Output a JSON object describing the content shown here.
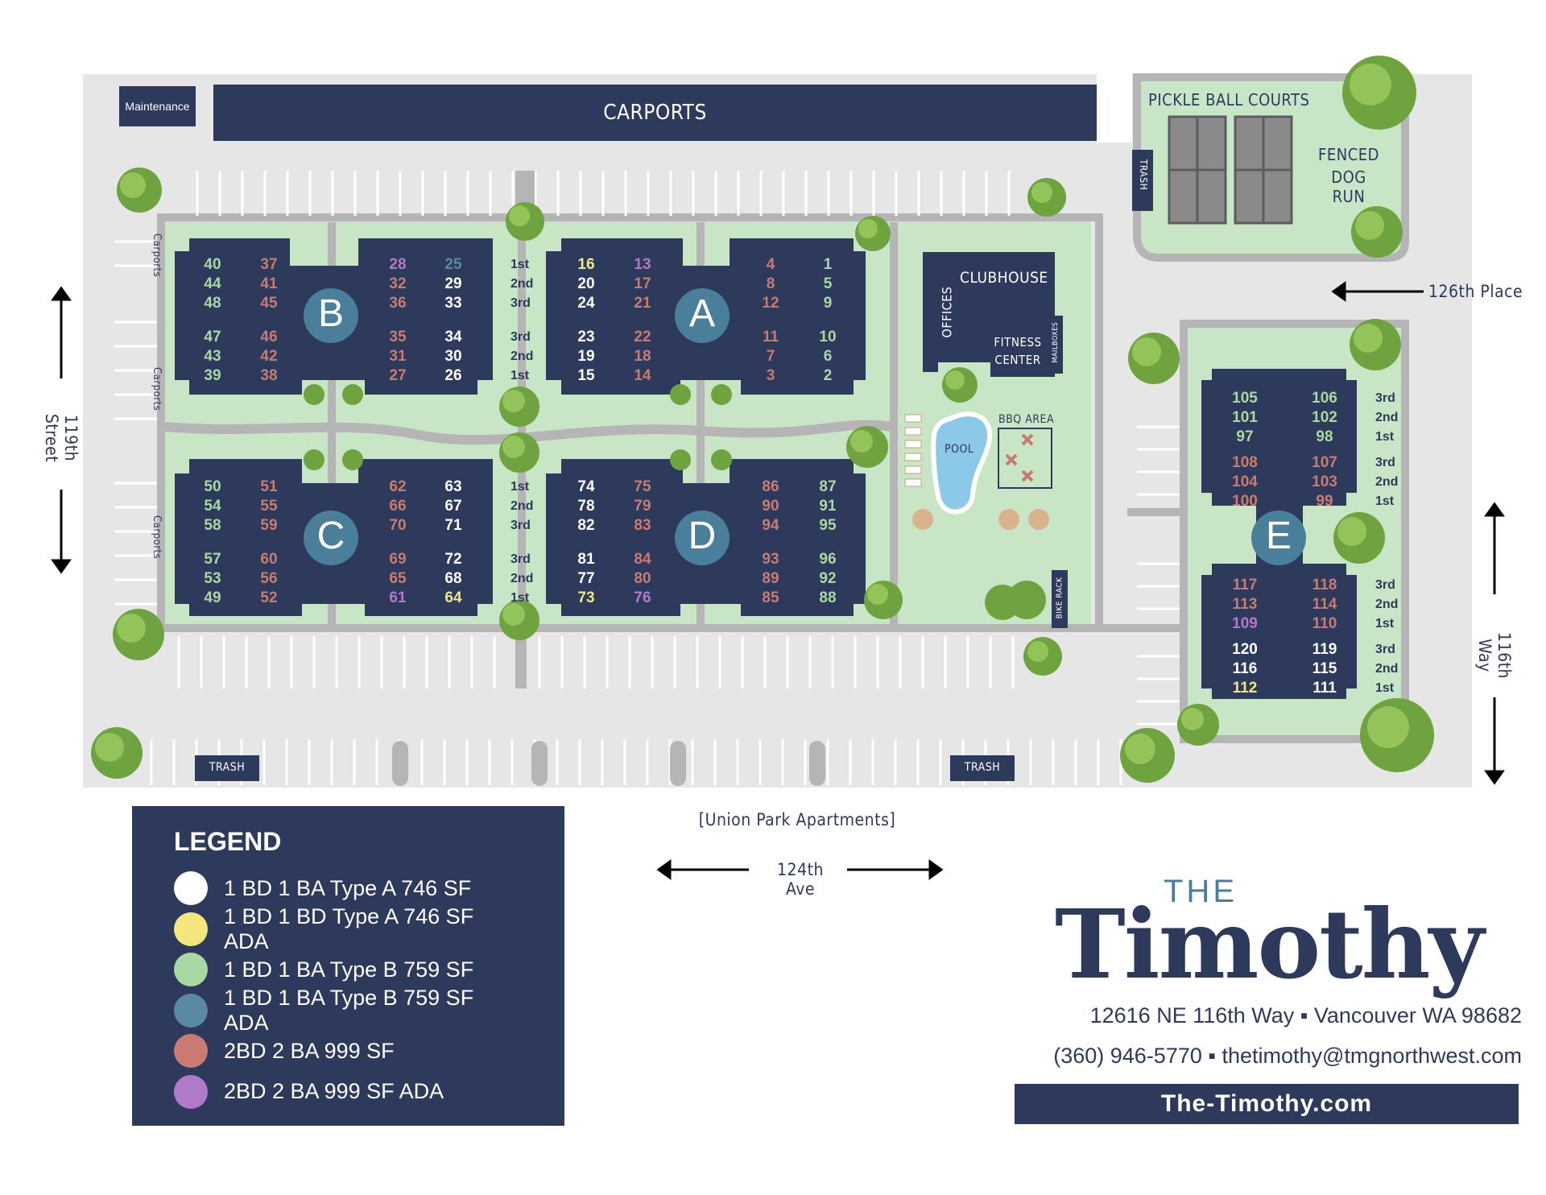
{
  "map": {
    "carports_label": "CARPORTS",
    "maintenance_label": "Maintenance",
    "carports_side_label": "Carports",
    "trash_label": "TRASH",
    "pickleball_label": "PICKLE BALL COURTS",
    "dog_run_label_1": "FENCED",
    "dog_run_label_2": "DOG RUN",
    "clubhouse_label": "CLUBHOUSE",
    "offices_label": "OFFICES",
    "fitness_label_1": "FITNESS",
    "fitness_label_2": "CENTER",
    "mailboxes_label": "MAILBOXES",
    "pool_label": "POOL",
    "bbq_label": "BBQ AREA",
    "bike_rack_label": "BIKE RACK",
    "street_west": "119th Street",
    "street_east": "116th Way",
    "street_ne": "126th Place",
    "street_south": "124th Ave",
    "neighbor_label": "[Union Park Apartments]"
  },
  "buildings": [
    {
      "letter": "B",
      "left_cols": [
        [
          "40",
          "44",
          "48",
          "47",
          "43",
          "39"
        ],
        [
          "37",
          "41",
          "45",
          "46",
          "42",
          "38"
        ]
      ],
      "right_cols": [
        [
          "28",
          "32",
          "36",
          "35",
          "31",
          "27"
        ],
        [
          "25",
          "29",
          "33",
          "34",
          "30",
          "26"
        ]
      ],
      "left_colors": [
        [
          "green",
          "green",
          "green",
          "green",
          "green",
          "green"
        ],
        [
          "red",
          "red",
          "red",
          "red",
          "red",
          "red"
        ]
      ],
      "right_colors": [
        [
          "purple",
          "red",
          "red",
          "red",
          "red",
          "red"
        ],
        [
          "blue",
          "white",
          "white",
          "white",
          "white",
          "white"
        ]
      ],
      "floors": [
        "1st",
        "2nd",
        "3rd",
        "3rd",
        "2nd",
        "1st"
      ]
    },
    {
      "letter": "A",
      "left_cols": [
        [
          "16",
          "20",
          "24",
          "23",
          "19",
          "15"
        ],
        [
          "13",
          "17",
          "21",
          "22",
          "18",
          "14"
        ]
      ],
      "right_cols": [
        [
          "4",
          "8",
          "12",
          "11",
          "7",
          "3"
        ],
        [
          "1",
          "5",
          "9",
          "10",
          "6",
          "2"
        ]
      ],
      "left_colors": [
        [
          "yellow",
          "white",
          "white",
          "white",
          "white",
          "white"
        ],
        [
          "purple",
          "red",
          "red",
          "red",
          "red",
          "red"
        ]
      ],
      "right_colors": [
        [
          "red",
          "red",
          "red",
          "red",
          "red",
          "red"
        ],
        [
          "green",
          "green",
          "green",
          "green",
          "green",
          "green"
        ]
      ]
    },
    {
      "letter": "C",
      "left_cols": [
        [
          "50",
          "54",
          "58",
          "57",
          "53",
          "49"
        ],
        [
          "51",
          "55",
          "59",
          "60",
          "56",
          "52"
        ]
      ],
      "right_cols": [
        [
          "62",
          "66",
          "70",
          "69",
          "65",
          "61"
        ],
        [
          "63",
          "67",
          "71",
          "72",
          "68",
          "64"
        ]
      ],
      "left_colors": [
        [
          "green",
          "green",
          "green",
          "green",
          "green",
          "green"
        ],
        [
          "red",
          "red",
          "red",
          "red",
          "red",
          "red"
        ]
      ],
      "right_colors": [
        [
          "red",
          "red",
          "red",
          "red",
          "red",
          "purple"
        ],
        [
          "white",
          "white",
          "white",
          "white",
          "white",
          "yellow"
        ]
      ],
      "floors": [
        "1st",
        "2nd",
        "3rd",
        "3rd",
        "2nd",
        "1st"
      ]
    },
    {
      "letter": "D",
      "left_cols": [
        [
          "74",
          "78",
          "82",
          "81",
          "77",
          "73"
        ],
        [
          "75",
          "79",
          "83",
          "84",
          "80",
          "76"
        ]
      ],
      "right_cols": [
        [
          "86",
          "90",
          "94",
          "93",
          "89",
          "85"
        ],
        [
          "87",
          "91",
          "95",
          "96",
          "92",
          "88"
        ]
      ],
      "left_colors": [
        [
          "white",
          "white",
          "white",
          "white",
          "white",
          "yellow"
        ],
        [
          "red",
          "red",
          "red",
          "red",
          "red",
          "purple"
        ]
      ],
      "right_colors": [
        [
          "red",
          "red",
          "red",
          "red",
          "red",
          "red"
        ],
        [
          "green",
          "green",
          "green",
          "green",
          "green",
          "green"
        ]
      ]
    },
    {
      "letter": "E",
      "upper_cols": [
        [
          "105",
          "101",
          "97",
          "108",
          "104",
          "100"
        ],
        [
          "106",
          "102",
          "98",
          "107",
          "103",
          "99"
        ]
      ],
      "lower_cols": [
        [
          "117",
          "113",
          "109",
          "120",
          "116",
          "112"
        ],
        [
          "118",
          "114",
          "110",
          "119",
          "115",
          "111"
        ]
      ],
      "upper_colors": [
        [
          "green",
          "green",
          "green",
          "red",
          "red",
          "red"
        ],
        [
          "green",
          "green",
          "green",
          "red",
          "red",
          "red"
        ]
      ],
      "lower_colors": [
        [
          "red",
          "red",
          "purple",
          "white",
          "white",
          "yellow"
        ],
        [
          "red",
          "red",
          "red",
          "white",
          "white",
          "white"
        ]
      ],
      "floors": [
        "3rd",
        "2nd",
        "1st",
        "3rd",
        "2nd",
        "1st"
      ]
    }
  ],
  "unit_colors": {
    "white": "#ffffff",
    "yellow": "#f3e77c",
    "green": "#a9d9a0",
    "blue": "#5a8aa3",
    "red": "#c97b72",
    "purple": "#b07ac9"
  },
  "legend": {
    "title": "LEGEND",
    "items": [
      {
        "color": "#ffffff",
        "label": "1 BD 1 BA Type A 746 SF"
      },
      {
        "color": "#f3e77c",
        "label": "1 BD 1 BD Type A 746 SF ADA"
      },
      {
        "color": "#a9d9a0",
        "label": "1 BD 1 BA Type B 759 SF"
      },
      {
        "color": "#5a8aa3",
        "label": "1 BD 1 BA Type B 759 SF ADA"
      },
      {
        "color": "#c97b72",
        "label": "2BD 2 BA 999 SF"
      },
      {
        "color": "#b07ac9",
        "label": "2BD 2 BA 999 SF ADA"
      }
    ]
  },
  "brand": {
    "the": "THE",
    "name": "Timothy",
    "address": "12616 NE 116th Way ▪ Vancouver WA 98682",
    "contact": "(360) 946-5770 ▪ thetimothy@tmgnorthwest.com",
    "website": "The-Timothy.com"
  },
  "colors": {
    "navy": "#2d3a5c",
    "lawn": "#c8e6c6",
    "pavement": "#e6e6e6",
    "path": "#b5b5b5",
    "pool": "#8cc8e8",
    "accent_blue": "#4a7f9c"
  }
}
